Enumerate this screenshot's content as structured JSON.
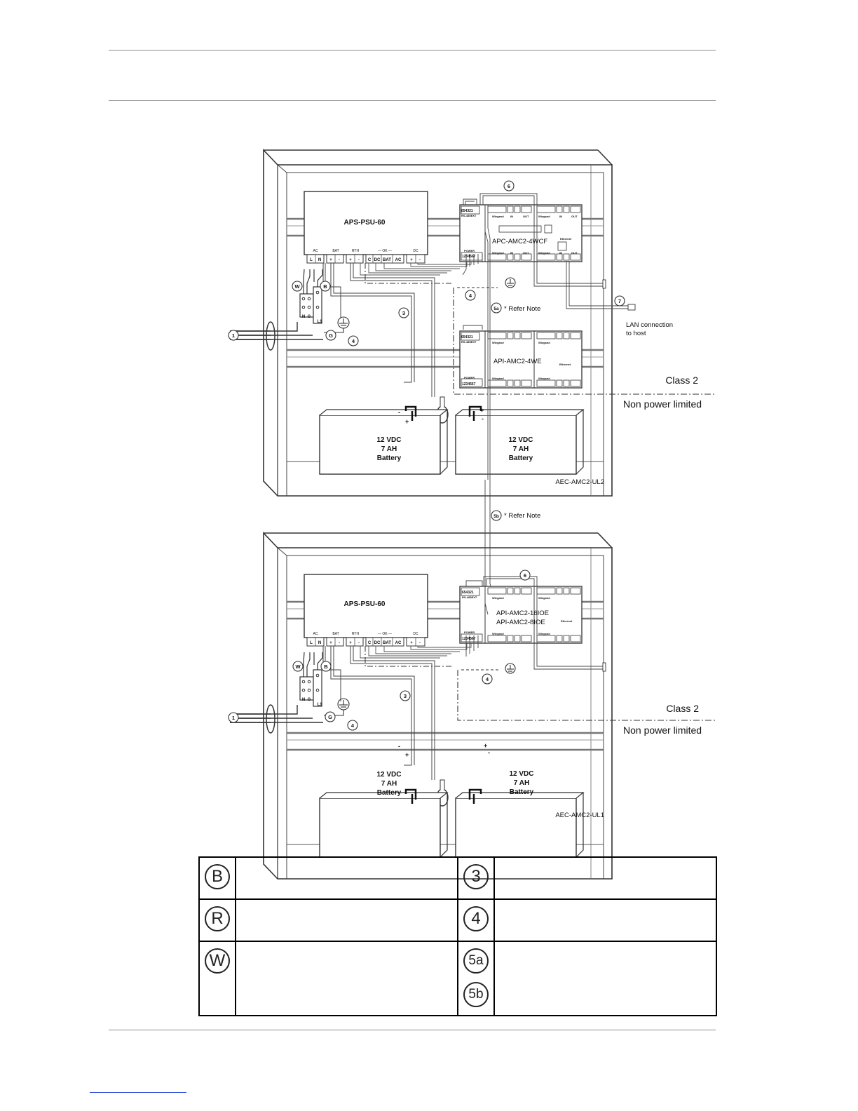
{
  "diagram": {
    "upper_enclosure": {
      "model": "AEC-AMC2-UL2",
      "psu": {
        "label": "APS-PSU-60",
        "terminal_groups": [
          "AC",
          "BAT",
          "RTH",
          "— OK —",
          "DC"
        ],
        "terminals": [
          "L",
          "N",
          "+",
          "-",
          "+",
          "-",
          "C",
          "DC",
          "BAT",
          "AC",
          "+",
          "-"
        ]
      },
      "controller": "APC-AMC2-4WCF",
      "extension": "API-AMC2-4WE",
      "battery_left": {
        "line1": "12 VDC",
        "line2": "7 AH",
        "line3": "Battery"
      },
      "battery_right": {
        "line1": "12 VDC",
        "line2": "7 AH",
        "line3": "Battery"
      }
    },
    "lower_enclosure": {
      "model": "AEC-AMC2-UL1",
      "psu": {
        "label": "APS-PSU-60",
        "terminal_groups": [
          "AC",
          "BAT",
          "RTH",
          "— OK —",
          "DC"
        ],
        "terminals": [
          "L",
          "N",
          "+",
          "-",
          "+",
          "-",
          "C",
          "DC",
          "BAT",
          "AC",
          "+",
          "-"
        ]
      },
      "controller_line1": "API-AMC2-16IOE",
      "controller_line2": "API-AMC2-8IOE",
      "battery_left": {
        "line1": "12 VDC",
        "line2": "7 AH",
        "line3": "Battery"
      },
      "battery_right": {
        "line1": "12 VDC",
        "line2": "7 AH",
        "line3": "Battery"
      }
    },
    "module_labels": {
      "rs485": "RS-485EXT",
      "power": "POWER",
      "wiegand": "Wiegand",
      "in": "IN",
      "out": "OUT",
      "ethernet": "Ethernet",
      "pins": "654321",
      "power_pins": "1234567"
    },
    "callouts": {
      "c1": "1",
      "c3": "3",
      "c4": "4",
      "c5a": "5a",
      "c5b": "5b",
      "c6": "6",
      "c7": "7",
      "cw": "W",
      "cb": "B",
      "cg": "G",
      "plus": "+",
      "minus": "-",
      "block_n": "N",
      "block_g": "G",
      "block_l": "L1"
    },
    "refer_note": "* Refer Note",
    "lan_line1": "LAN connection",
    "lan_line2": "to host",
    "class2": "Class 2",
    "non_power_limited": "Non power limited"
  },
  "legend": {
    "rows": [
      {
        "left_symbol": "B",
        "right_symbols": [
          "3"
        ]
      },
      {
        "left_symbol": "R",
        "right_symbols": [
          "4"
        ]
      },
      {
        "left_symbol": "W",
        "right_symbols": [
          "5a",
          "5b"
        ]
      }
    ]
  }
}
